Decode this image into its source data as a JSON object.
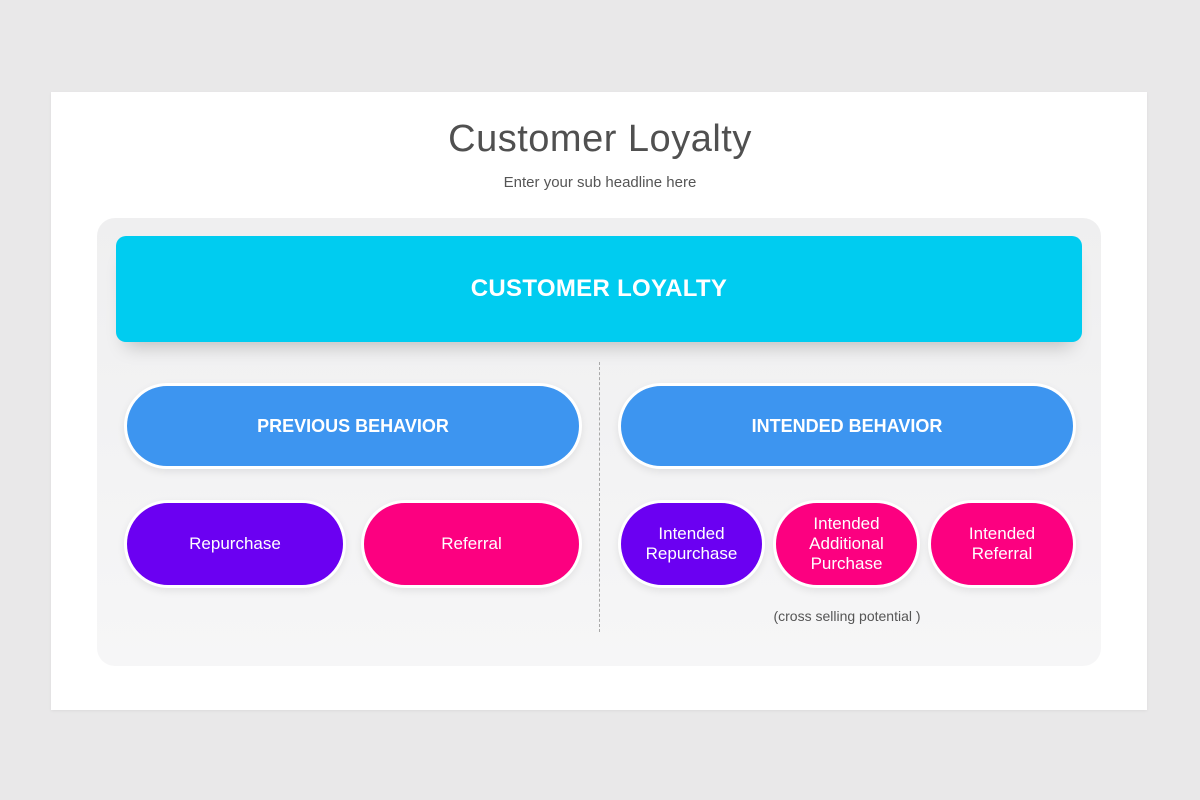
{
  "header": {
    "title": "Customer Loyalty",
    "subtitle": "Enter your sub headline here"
  },
  "diagram": {
    "root": "CUSTOMER LOYALTY",
    "previous": {
      "label": "PREVIOUS BEHAVIOR",
      "items": [
        "Repurchase",
        "Referral"
      ]
    },
    "intended": {
      "label": "INTENDED BEHAVIOR",
      "items": [
        "Intended Repurchase",
        "Intended Additional Purchase",
        "Intended Referral"
      ],
      "note": "(cross selling potential )"
    }
  },
  "colors": {
    "banner": "#00ccf0",
    "behavior": "#3d95f0",
    "purple": "#6b00f2",
    "pink": "#fc0080"
  }
}
